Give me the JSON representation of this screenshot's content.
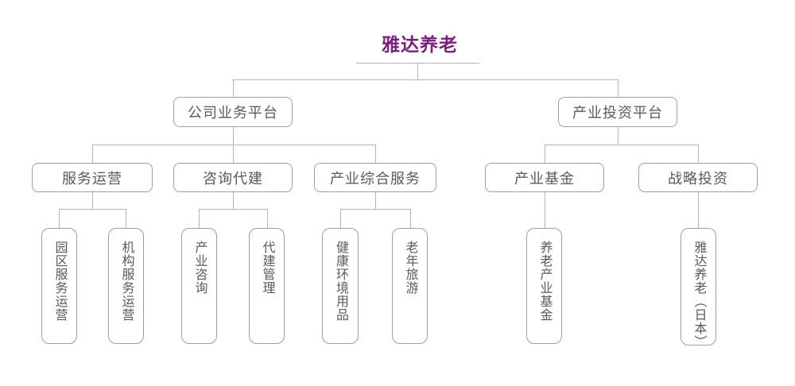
{
  "colors": {
    "title": "#7B1F7E",
    "connector_line": "#b3b3b3",
    "box_border": "#9e9e9e",
    "box_text": "#5a5a5a",
    "background": "#ffffff"
  },
  "org_chart": {
    "root": {
      "label": "雅达养老"
    },
    "branches": [
      {
        "label": "公司业务平台",
        "children": [
          {
            "label": "服务运营",
            "children": [
              {
                "label": "园区服务运营"
              },
              {
                "label": "机构服务运营"
              }
            ]
          },
          {
            "label": "咨询代建",
            "children": [
              {
                "label": "产业咨询"
              },
              {
                "label": "代建管理"
              }
            ]
          },
          {
            "label": "产业综合服务",
            "children": [
              {
                "label": "健康环境用品"
              },
              {
                "label": "老年旅游"
              }
            ]
          }
        ]
      },
      {
        "label": "产业投资平台",
        "children": [
          {
            "label": "产业基金",
            "children": [
              {
                "label": "养老产业基金"
              }
            ]
          },
          {
            "label": "战略投资",
            "children": [
              {
                "label": "雅达养老（日本）"
              }
            ]
          }
        ]
      }
    ]
  }
}
